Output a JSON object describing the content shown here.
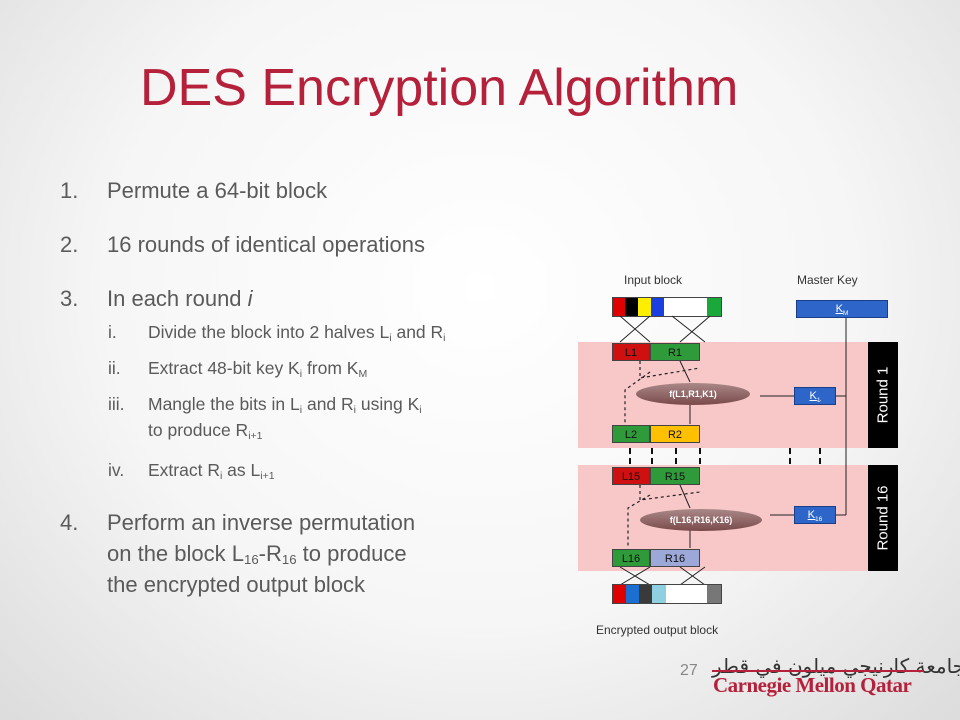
{
  "title": "DES Encryption Algorithm",
  "list": [
    {
      "num": "1.",
      "text": "Permute a 64-bit block"
    },
    {
      "num": "2.",
      "text": "16 rounds of identical operations"
    },
    {
      "num": "3.",
      "text_pre": "In each round ",
      "text_it": "i"
    },
    {
      "num": "4.",
      "line1": "Perform an inverse permutation",
      "line2_pre": "on the block L",
      "s16a": "16",
      "dash": "-R",
      "s16b": "16",
      "line2_post": " to produce",
      "line3": "the encrypted output block"
    }
  ],
  "sub": [
    {
      "num": "i.",
      "pre": "Divide the block into 2 halves L",
      "s1": "i",
      "mid": " and R",
      "s2": "i"
    },
    {
      "num": "ii.",
      "pre": "Extract 48-bit key K",
      "s1": "i",
      "mid": " from K",
      "s2": "M"
    },
    {
      "num": "iii.",
      "pre": "Mangle the bits in L",
      "s1": "i",
      "mid": " and R",
      "s2": "i",
      "mid2": " using K",
      "s3": "i",
      "line2": "to produce R",
      "s4": "i+1"
    },
    {
      "num": "iv.",
      "pre": "Extract R",
      "s1": "i",
      "mid": " as L",
      "s2": "i+1"
    }
  ],
  "diagram": {
    "input_label": "Input block",
    "master_label": "Master Key",
    "km": "K",
    "km_sub": "M",
    "l1": "L1",
    "r1": "R1",
    "f1": "f(L1,R1,K1)",
    "k1": "K",
    "k1_sub": "1",
    "l2": "L2",
    "r2": "R2",
    "l15": "L15",
    "r15": "R15",
    "f16": "f(L16,R16,K16)",
    "k16": "K",
    "k16_sub": "16",
    "l16": "L16",
    "r16": "R16",
    "round1": "Round 1",
    "round16": "Round 16",
    "output_label": "Encrypted output block"
  },
  "page_number": "27",
  "logo_arabic": "جامعة كارنيجي ميلون في قطر",
  "logo_english": "Carnegie Mellon Qatar",
  "colors": {
    "title": "#b5203a",
    "band": "#f8c8c8",
    "left_half": "#d01010",
    "right_half": "#2f9a3a",
    "r2": "#ffc000",
    "r16": "#9ca8d8",
    "key": "#2d66c8"
  }
}
